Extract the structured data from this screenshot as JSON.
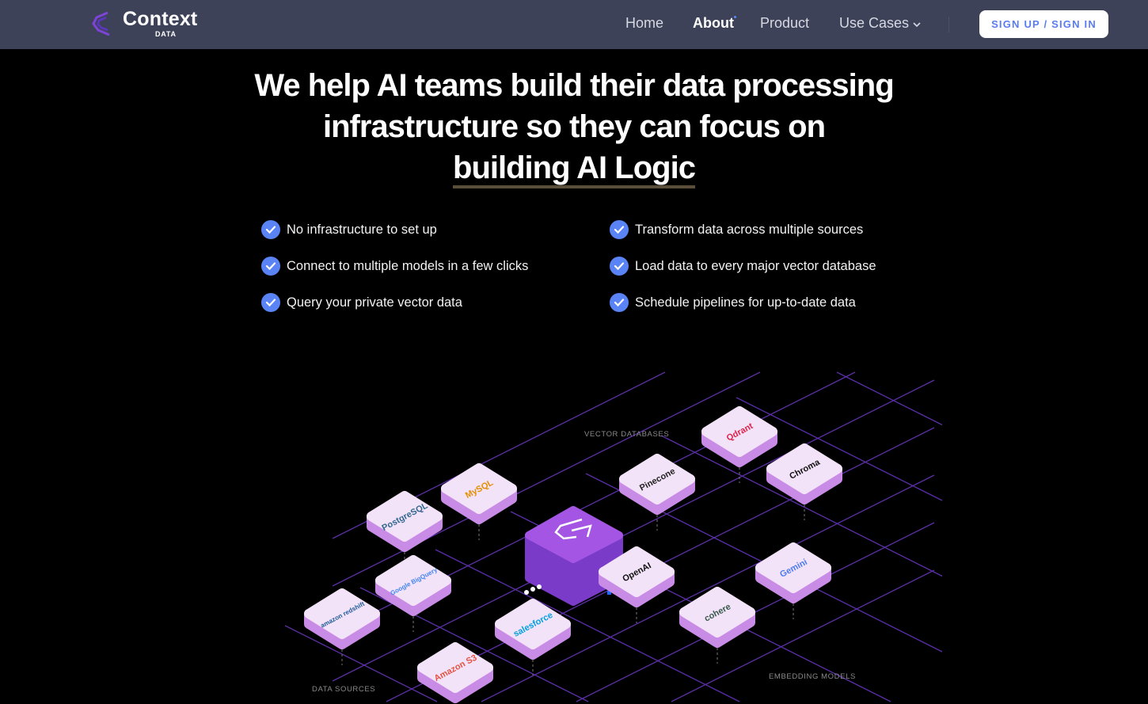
{
  "nav": {
    "brand": "Context",
    "brand_sub": "DATA",
    "links": [
      "Home",
      "About",
      "Product",
      "Use Cases"
    ],
    "active": "About",
    "signup_label": "SIGN UP / SIGN IN"
  },
  "hero": {
    "line1": "We help AI teams build their data processing",
    "line2": "infrastructure so they can focus on",
    "line3": "building AI Logic"
  },
  "features": [
    "No infrastructure to set up",
    "Transform data across multiple sources",
    "Connect to multiple models in a few clicks",
    "Load data to every major vector database",
    "Query your private vector data",
    "Schedule pipelines for up-to-date data"
  ],
  "illustration": {
    "section_labels": {
      "vector": "VECTOR DATABASES",
      "sources": "DATA SOURCES",
      "embedding": "EMBEDDING MODELS"
    },
    "tiles": [
      {
        "name": "mysql",
        "logo_text": "MySQL",
        "color": "#e48e00"
      },
      {
        "name": "postgresql",
        "logo_text": "PostgreSQL",
        "color": "#336791"
      },
      {
        "name": "google-bigquery",
        "logo_text": "Google BigQuery",
        "color": "#4285f4"
      },
      {
        "name": "amazon-redshift",
        "logo_text": "amazon redshift",
        "color": "#205b98"
      },
      {
        "name": "amazon-s3",
        "logo_text": "Amazon S3",
        "color": "#e25444"
      },
      {
        "name": "salesforce",
        "logo_text": "salesforce",
        "color": "#00a1e0"
      },
      {
        "name": "pinecone",
        "logo_text": "Pinecone",
        "color": "#222222"
      },
      {
        "name": "qdrant",
        "logo_text": "Qdrant",
        "color": "#dc244c"
      },
      {
        "name": "chroma",
        "logo_text": "Chroma",
        "color": "#111111"
      },
      {
        "name": "openai",
        "logo_text": "OpenAI",
        "color": "#111111"
      },
      {
        "name": "cohere",
        "logo_text": "cohere",
        "color": "#39594d"
      },
      {
        "name": "gemini",
        "logo_text": "Gemini",
        "color": "#4a7cf0"
      }
    ],
    "hub_color": "#8b3fd6"
  }
}
